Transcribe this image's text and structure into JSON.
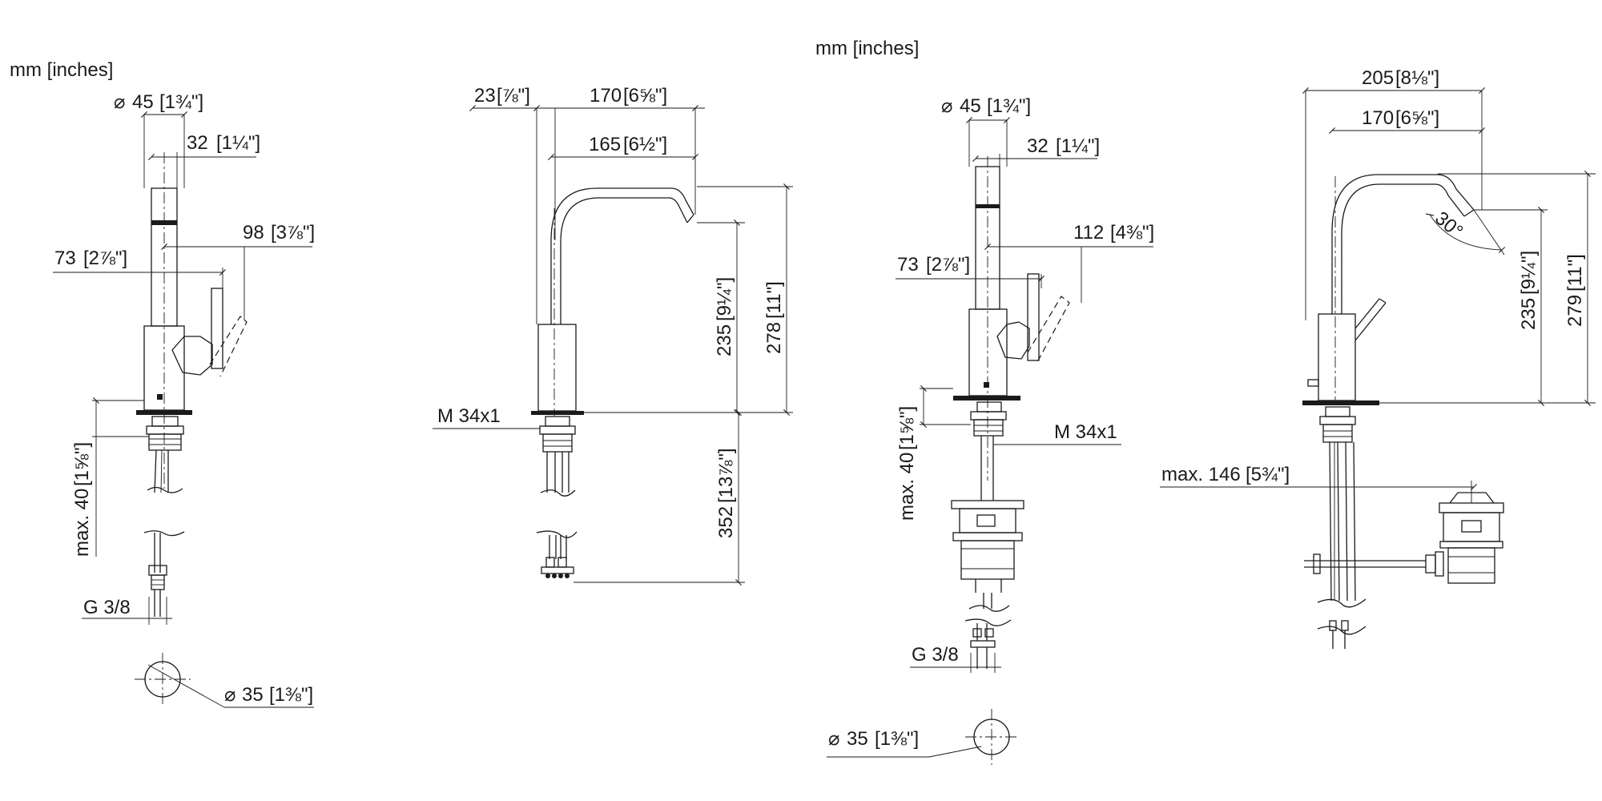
{
  "units_label_left": "mm [inches]",
  "units_label_right": "mm [inches]",
  "view1": {
    "dia45": "45",
    "dia45_in": "1¾\"",
    "d32": "32",
    "d32_in": "1¼\"",
    "d98": "98",
    "d98_in": "3⅞\"",
    "d73": "73",
    "d73_in": "2⅞\"",
    "max40": "max. 40",
    "max40_in": "1⅝\"",
    "g38": "G 3/8",
    "dia35": "35",
    "dia35_in": "1⅜\""
  },
  "view2": {
    "d23": "23",
    "d23_in": "⅞\"",
    "d170": "170",
    "d170_in": "6⅝\"",
    "d165": "165",
    "d165_in": "6½\"",
    "d235": "235",
    "d235_in": "9¼\"",
    "d278": "278",
    "d278_in": "11\"",
    "m34": "M 34x1",
    "d352": "352",
    "d352_in": "13⅞\""
  },
  "view3": {
    "dia45": "45",
    "dia45_in": "1¾\"",
    "d32": "32",
    "d32_in": "1¼\"",
    "d112": "112",
    "d112_in": "4⅜\"",
    "d73": "73",
    "d73_in": "2⅞\"",
    "max40": "max. 40",
    "max40_in": "1⅝\"",
    "m34": "M 34x1",
    "g38": "G 3/8",
    "dia35": "35",
    "dia35_in": "1⅜\""
  },
  "view4": {
    "d205": "205",
    "d205_in": "8⅛\"",
    "d170": "170",
    "d170_in": "6⅝\"",
    "angle": "30°",
    "d235": "235",
    "d235_in": "9¼\"",
    "d279": "279",
    "d279_in": "11\"",
    "max146": "max. 146",
    "max146_in": "5¾\""
  },
  "diameter_symbol": "⌀"
}
